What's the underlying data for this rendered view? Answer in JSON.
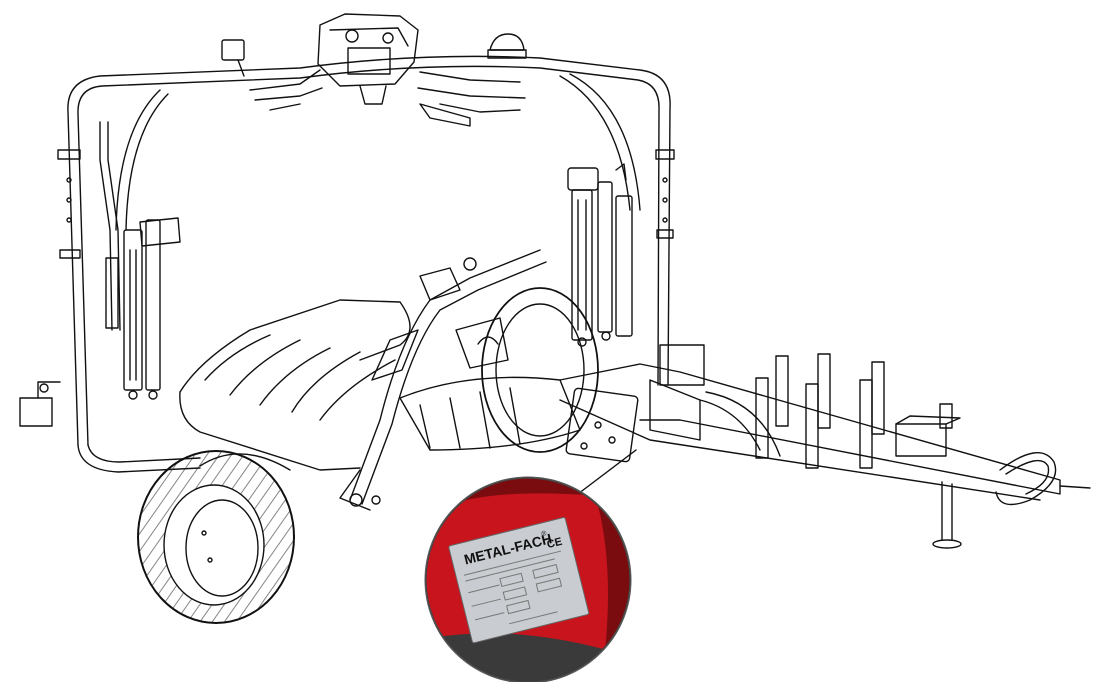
{
  "figure": {
    "subject": "bale-wrapper-line-drawing",
    "line_color": "#111111",
    "background": "#ffffff"
  },
  "callout": {
    "brand": "METAL-FACH",
    "registered_mark": "®",
    "ce_mark": "CE",
    "plate_text_note": "illegible",
    "colors": {
      "red": "#c8141c",
      "dark_red": "#7a0c10",
      "plate": "#c9ccd0",
      "rubber": "#3a3a3a"
    }
  }
}
